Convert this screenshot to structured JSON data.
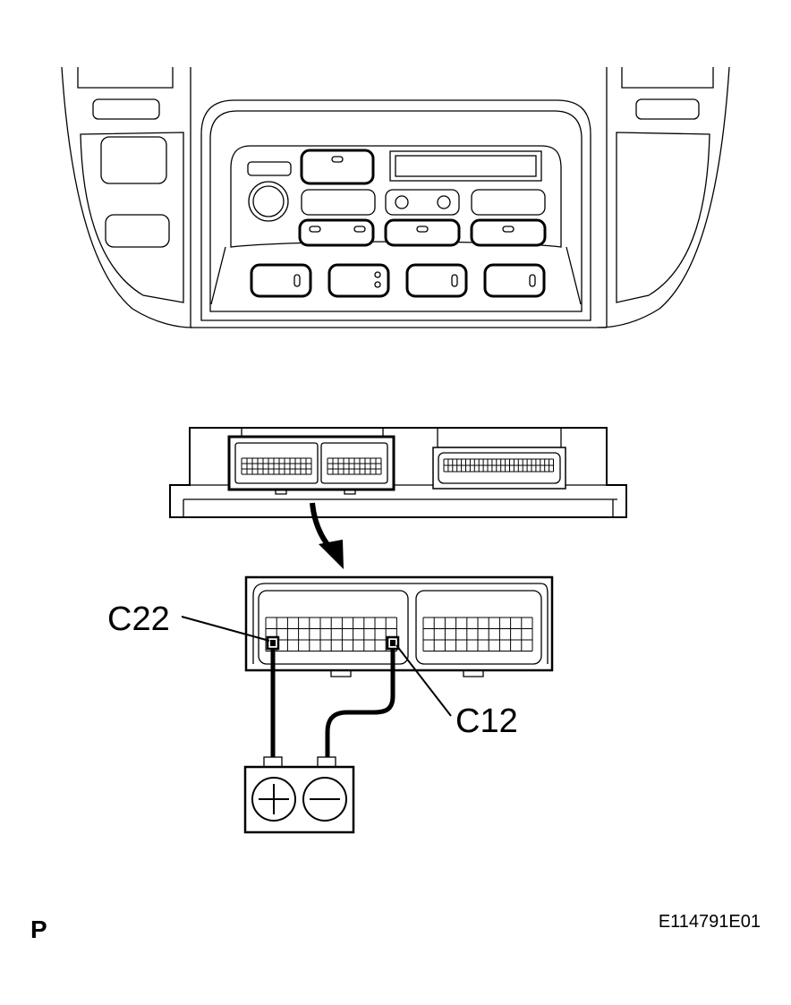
{
  "labels": {
    "terminal_positive": "C22",
    "terminal_negative": "C12",
    "page_letter": "P",
    "figure_code": "E114791E01"
  },
  "battery": {
    "positive_symbol": "+",
    "negative_symbol": "−"
  }
}
